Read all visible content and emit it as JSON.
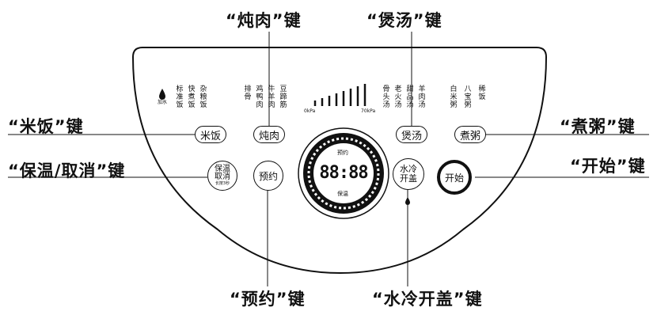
{
  "callouts": {
    "stew": "“炖肉”键",
    "soup": "“煲汤”键",
    "rice": "“米饭”键",
    "porridge": "“煮粥”键",
    "keepwarm": "“保温/取消”键",
    "start": "“开始”键",
    "preset": "“预约”键",
    "coolopen": "“水冷开盖”键"
  },
  "indicators": {
    "water_add": "加水",
    "rice_modes": [
      "标准饭",
      "快煮饭",
      "杂粮饭"
    ],
    "meat_modes": [
      "排骨",
      "鸡鸭肉",
      "牛羊肉",
      "豆蹄筋"
    ],
    "soup_modes": [
      "骨头汤",
      "老火汤",
      "甜品汤",
      "羊肉汤"
    ],
    "porridge_modes": [
      "白米粥",
      "八宝粥",
      "稀饭"
    ],
    "pressure_min": "0kPa",
    "pressure_max": "70kPa"
  },
  "buttons": {
    "rice": "米饭",
    "stew": "炖肉",
    "soup": "煲汤",
    "porridge": "煮粥",
    "keepwarm_line1": "保温",
    "keepwarm_line2": "取消",
    "keepwarm_sub": "长按3秒",
    "preset": "预约",
    "cool_line1": "水冷",
    "cool_line2": "开盖",
    "start": "开始"
  },
  "display": {
    "top": "预约",
    "digits": "88:88",
    "bottom": "保温"
  }
}
